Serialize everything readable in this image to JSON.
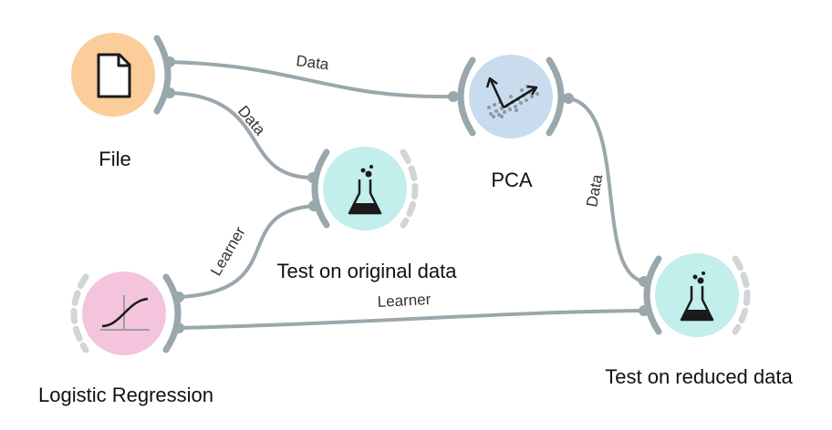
{
  "colors": {
    "link": "#9aa7ad",
    "file_fill": "#fbcd9a",
    "pca_fill": "#c8dcee",
    "test_fill": "#c2eeeb",
    "logreg_fill": "#f4c4dc"
  },
  "nodes": [
    {
      "id": "file",
      "label": "File",
      "icon": "file-icon",
      "color_key": "file_fill"
    },
    {
      "id": "pca",
      "label": "PCA",
      "icon": "pca-icon",
      "color_key": "pca_fill"
    },
    {
      "id": "test_original",
      "label": "Test on original data",
      "icon": "flask-icon",
      "color_key": "test_fill"
    },
    {
      "id": "logreg",
      "label": "Logistic Regression",
      "icon": "sigmoid-icon",
      "color_key": "logreg_fill"
    },
    {
      "id": "test_reduced",
      "label": "Test on reduced data",
      "icon": "flask-icon",
      "color_key": "test_fill"
    }
  ],
  "links": [
    {
      "id": "file_pca",
      "from": "File",
      "to": "PCA",
      "label": "Data"
    },
    {
      "id": "file_test",
      "from": "File",
      "to": "Test on original data",
      "label": "Data"
    },
    {
      "id": "pca_test",
      "from": "PCA",
      "to": "Test on reduced data",
      "label": "Data"
    },
    {
      "id": "lr_test_original",
      "from": "Logistic Regression",
      "to": "Test on original data",
      "label": "Learner"
    },
    {
      "id": "lr_test_reduced",
      "from": "Logistic Regression",
      "to": "Test on reduced data",
      "label": "Learner"
    }
  ]
}
